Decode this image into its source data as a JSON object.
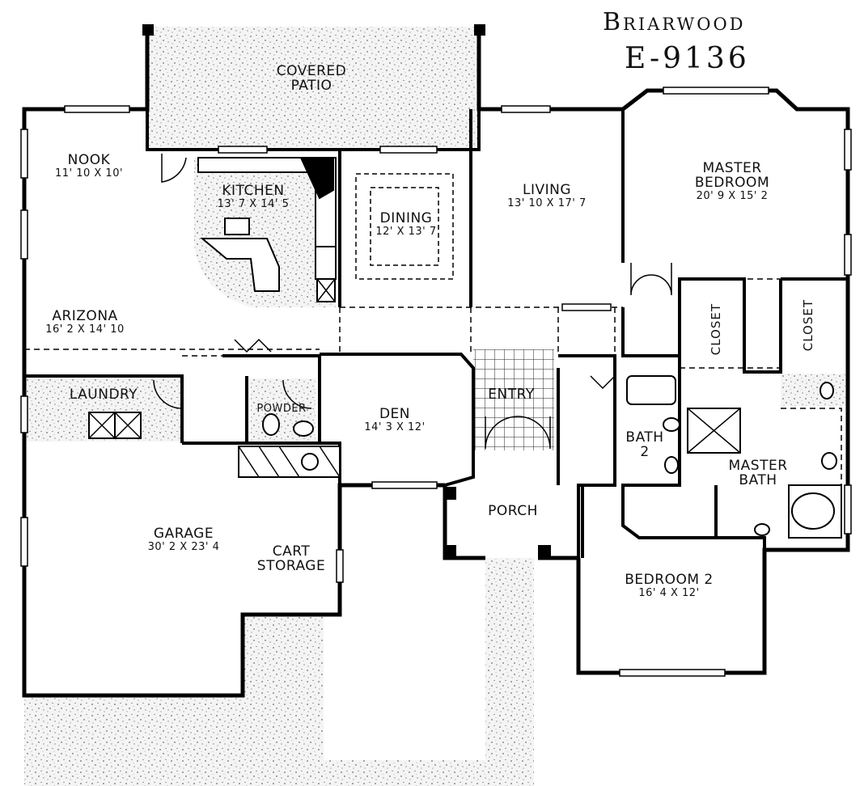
{
  "title": {
    "name": "Briarwood",
    "code": "E-9136"
  },
  "rooms": {
    "covered_patio": {
      "name_line1": "COVERED",
      "name_line2": "PATIO"
    },
    "nook": {
      "name": "NOOK",
      "dims": "11' 10 X 10'"
    },
    "kitchen": {
      "name": "KITCHEN",
      "dims": "13' 7 X 14' 5"
    },
    "dining": {
      "name": "DINING",
      "dims": "12' X 13' 7"
    },
    "living": {
      "name": "LIVING",
      "dims": "13' 10 X 17' 7"
    },
    "master_bedroom": {
      "name_line1": "MASTER",
      "name_line2": "BEDROOM",
      "dims": "20' 9 X 15' 2"
    },
    "arizona": {
      "name": "ARIZONA",
      "dims": "16' 2 X 14' 10"
    },
    "laundry": {
      "name": "LAUNDRY"
    },
    "powder": {
      "name": "POWDER"
    },
    "den": {
      "name": "DEN",
      "dims": "14' 3 X 12'"
    },
    "entry": {
      "name": "ENTRY"
    },
    "closet_left": {
      "name": "CLOSET"
    },
    "closet_right": {
      "name": "CLOSET"
    },
    "bath2": {
      "name_line1": "BATH",
      "name_line2": "2"
    },
    "master_bath": {
      "name_line1": "MASTER",
      "name_line2": "BATH"
    },
    "porch": {
      "name": "PORCH"
    },
    "garage": {
      "name": "GARAGE",
      "dims": "30' 2 X 23' 4"
    },
    "cart_storage": {
      "name_line1": "CART",
      "name_line2": "STORAGE"
    },
    "bedroom2": {
      "name": "BEDROOM 2",
      "dims": "16' 4 X 12'"
    }
  }
}
